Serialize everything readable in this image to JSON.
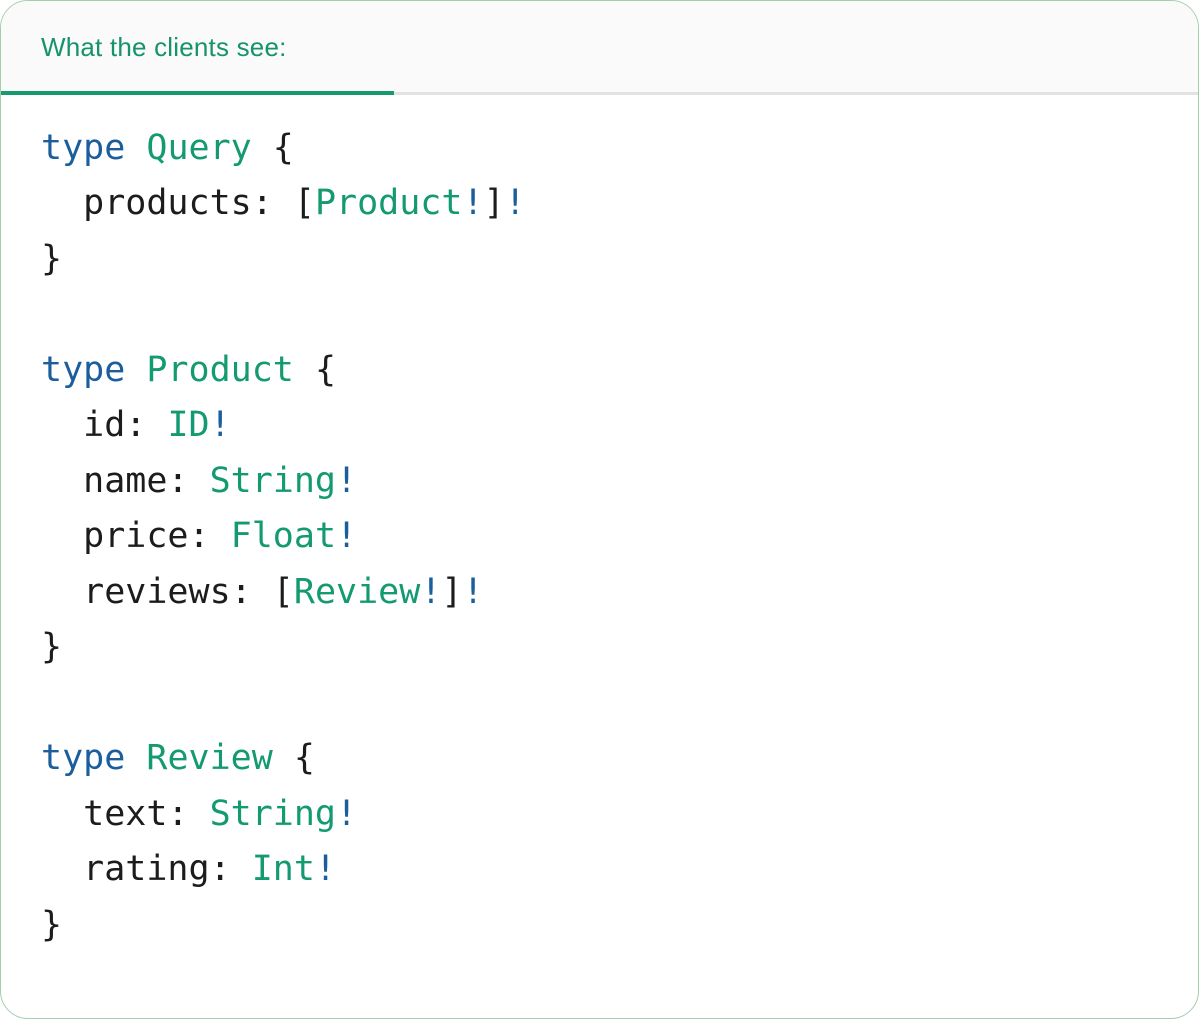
{
  "colors": {
    "accent_green": "#15936c",
    "tab_underline": "#169b6e",
    "divider_gray": "#e2e2e2",
    "header_bg": "#fafafa",
    "card_border": "#a5cdb0",
    "code_keyword": "#1a5e9c",
    "code_typename": "#149a71",
    "code_plain": "#1c1c1c",
    "code_bang": "#1a5e9c"
  },
  "header": {
    "tab_label": "What the clients see:"
  },
  "code": {
    "language": "graphql",
    "lines": [
      {
        "tokens": [
          {
            "c": "keyword",
            "t": "type"
          },
          {
            "c": "plain",
            "t": " "
          },
          {
            "c": "typename",
            "t": "Query"
          },
          {
            "c": "plain",
            "t": " {"
          }
        ]
      },
      {
        "tokens": [
          {
            "c": "plain",
            "t": "  products: ["
          },
          {
            "c": "typename",
            "t": "Product"
          },
          {
            "c": "bang",
            "t": "!"
          },
          {
            "c": "plain",
            "t": "]"
          },
          {
            "c": "bang",
            "t": "!"
          }
        ]
      },
      {
        "tokens": [
          {
            "c": "plain",
            "t": "}"
          }
        ]
      },
      {
        "tokens": []
      },
      {
        "tokens": [
          {
            "c": "keyword",
            "t": "type"
          },
          {
            "c": "plain",
            "t": " "
          },
          {
            "c": "typename",
            "t": "Product"
          },
          {
            "c": "plain",
            "t": " {"
          }
        ]
      },
      {
        "tokens": [
          {
            "c": "plain",
            "t": "  id: "
          },
          {
            "c": "typename",
            "t": "ID"
          },
          {
            "c": "bang",
            "t": "!"
          }
        ]
      },
      {
        "tokens": [
          {
            "c": "plain",
            "t": "  name: "
          },
          {
            "c": "typename",
            "t": "String"
          },
          {
            "c": "bang",
            "t": "!"
          }
        ]
      },
      {
        "tokens": [
          {
            "c": "plain",
            "t": "  price: "
          },
          {
            "c": "typename",
            "t": "Float"
          },
          {
            "c": "bang",
            "t": "!"
          }
        ]
      },
      {
        "tokens": [
          {
            "c": "plain",
            "t": "  reviews: ["
          },
          {
            "c": "typename",
            "t": "Review"
          },
          {
            "c": "bang",
            "t": "!"
          },
          {
            "c": "plain",
            "t": "]"
          },
          {
            "c": "bang",
            "t": "!"
          }
        ]
      },
      {
        "tokens": [
          {
            "c": "plain",
            "t": "}"
          }
        ]
      },
      {
        "tokens": []
      },
      {
        "tokens": [
          {
            "c": "keyword",
            "t": "type"
          },
          {
            "c": "plain",
            "t": " "
          },
          {
            "c": "typename",
            "t": "Review"
          },
          {
            "c": "plain",
            "t": " {"
          }
        ]
      },
      {
        "tokens": [
          {
            "c": "plain",
            "t": "  text: "
          },
          {
            "c": "typename",
            "t": "String"
          },
          {
            "c": "bang",
            "t": "!"
          }
        ]
      },
      {
        "tokens": [
          {
            "c": "plain",
            "t": "  rating: "
          },
          {
            "c": "typename",
            "t": "Int"
          },
          {
            "c": "bang",
            "t": "!"
          }
        ]
      },
      {
        "tokens": [
          {
            "c": "plain",
            "t": "}"
          }
        ]
      }
    ]
  }
}
